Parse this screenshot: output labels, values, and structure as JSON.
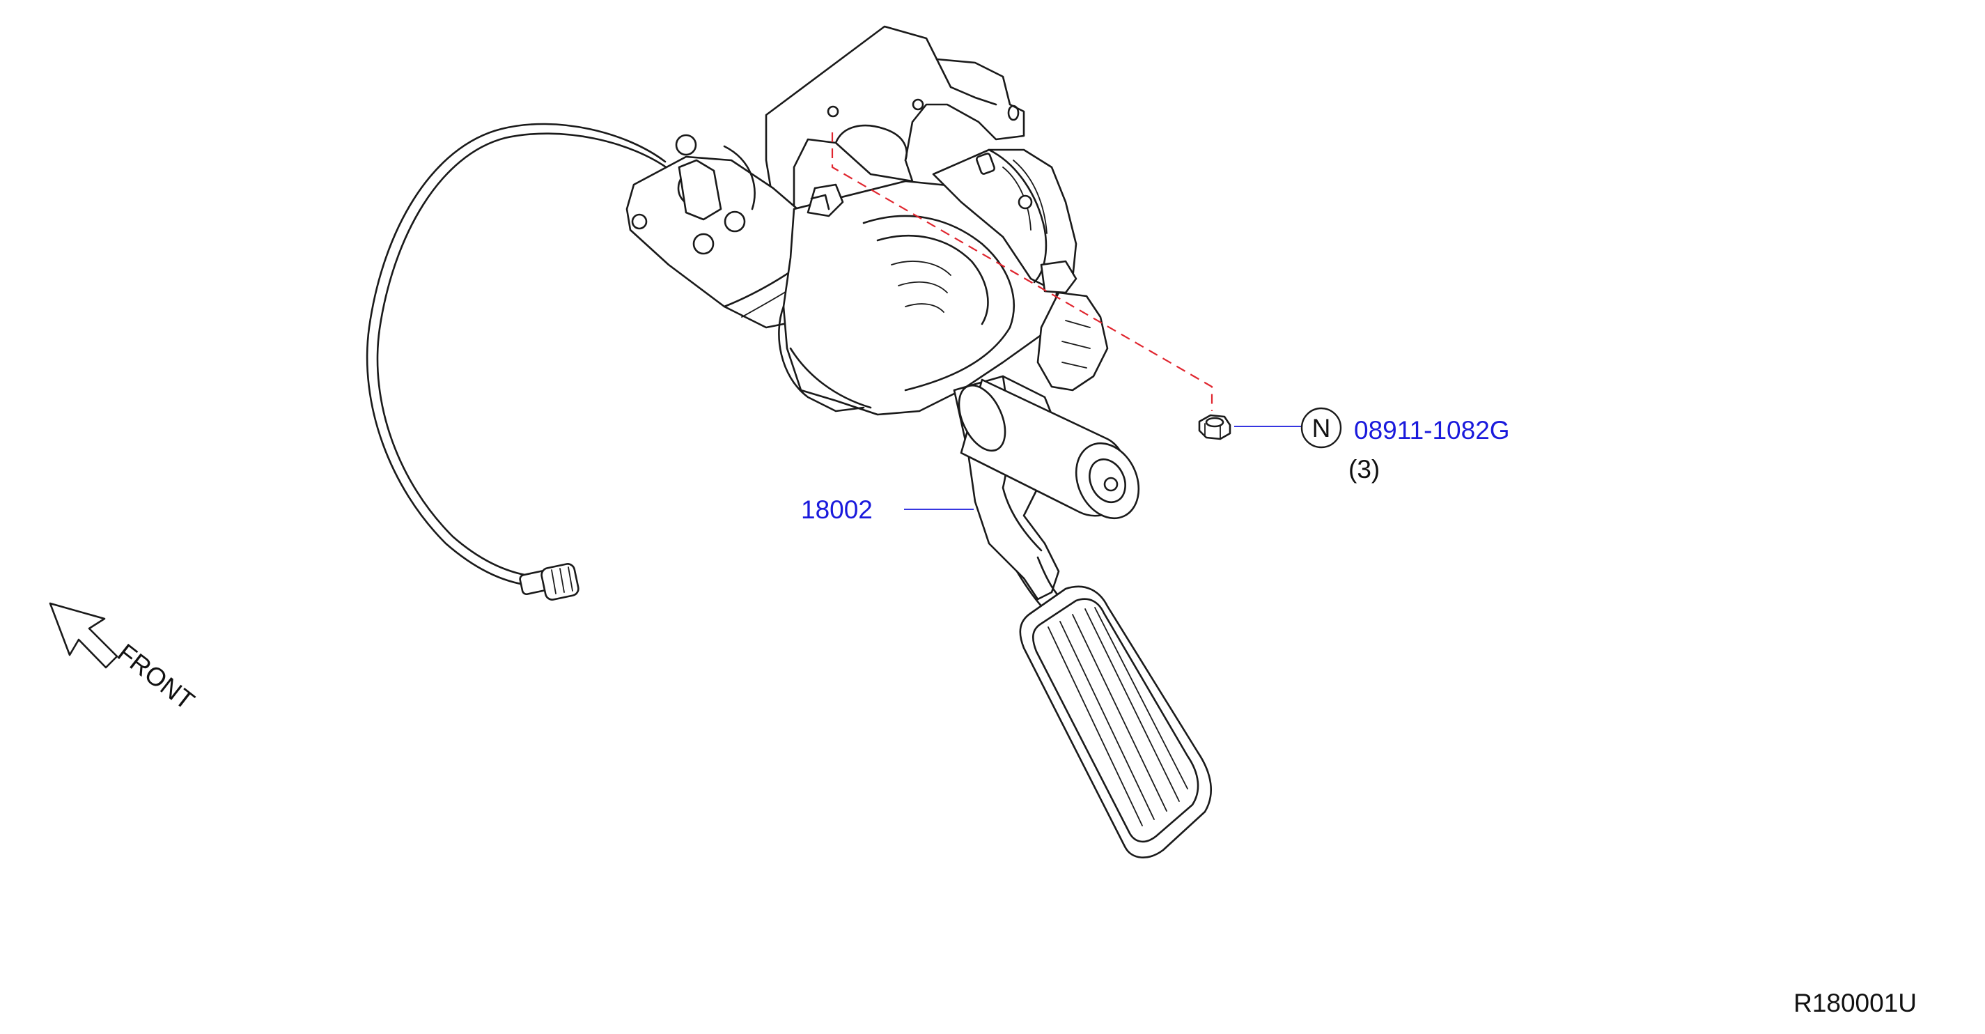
{
  "callouts": {
    "pedal_part_number": "18002",
    "nut_part_number": "08911-1082G",
    "nut_symbol": "N",
    "nut_quantity": "(3)"
  },
  "orientation": {
    "front_label": "FRONT"
  },
  "figure_code": "R180001U",
  "colors": {
    "callout_text": "#1a1adc",
    "hidden_line": "#e0262f",
    "line_art": "#1a1a1a"
  }
}
